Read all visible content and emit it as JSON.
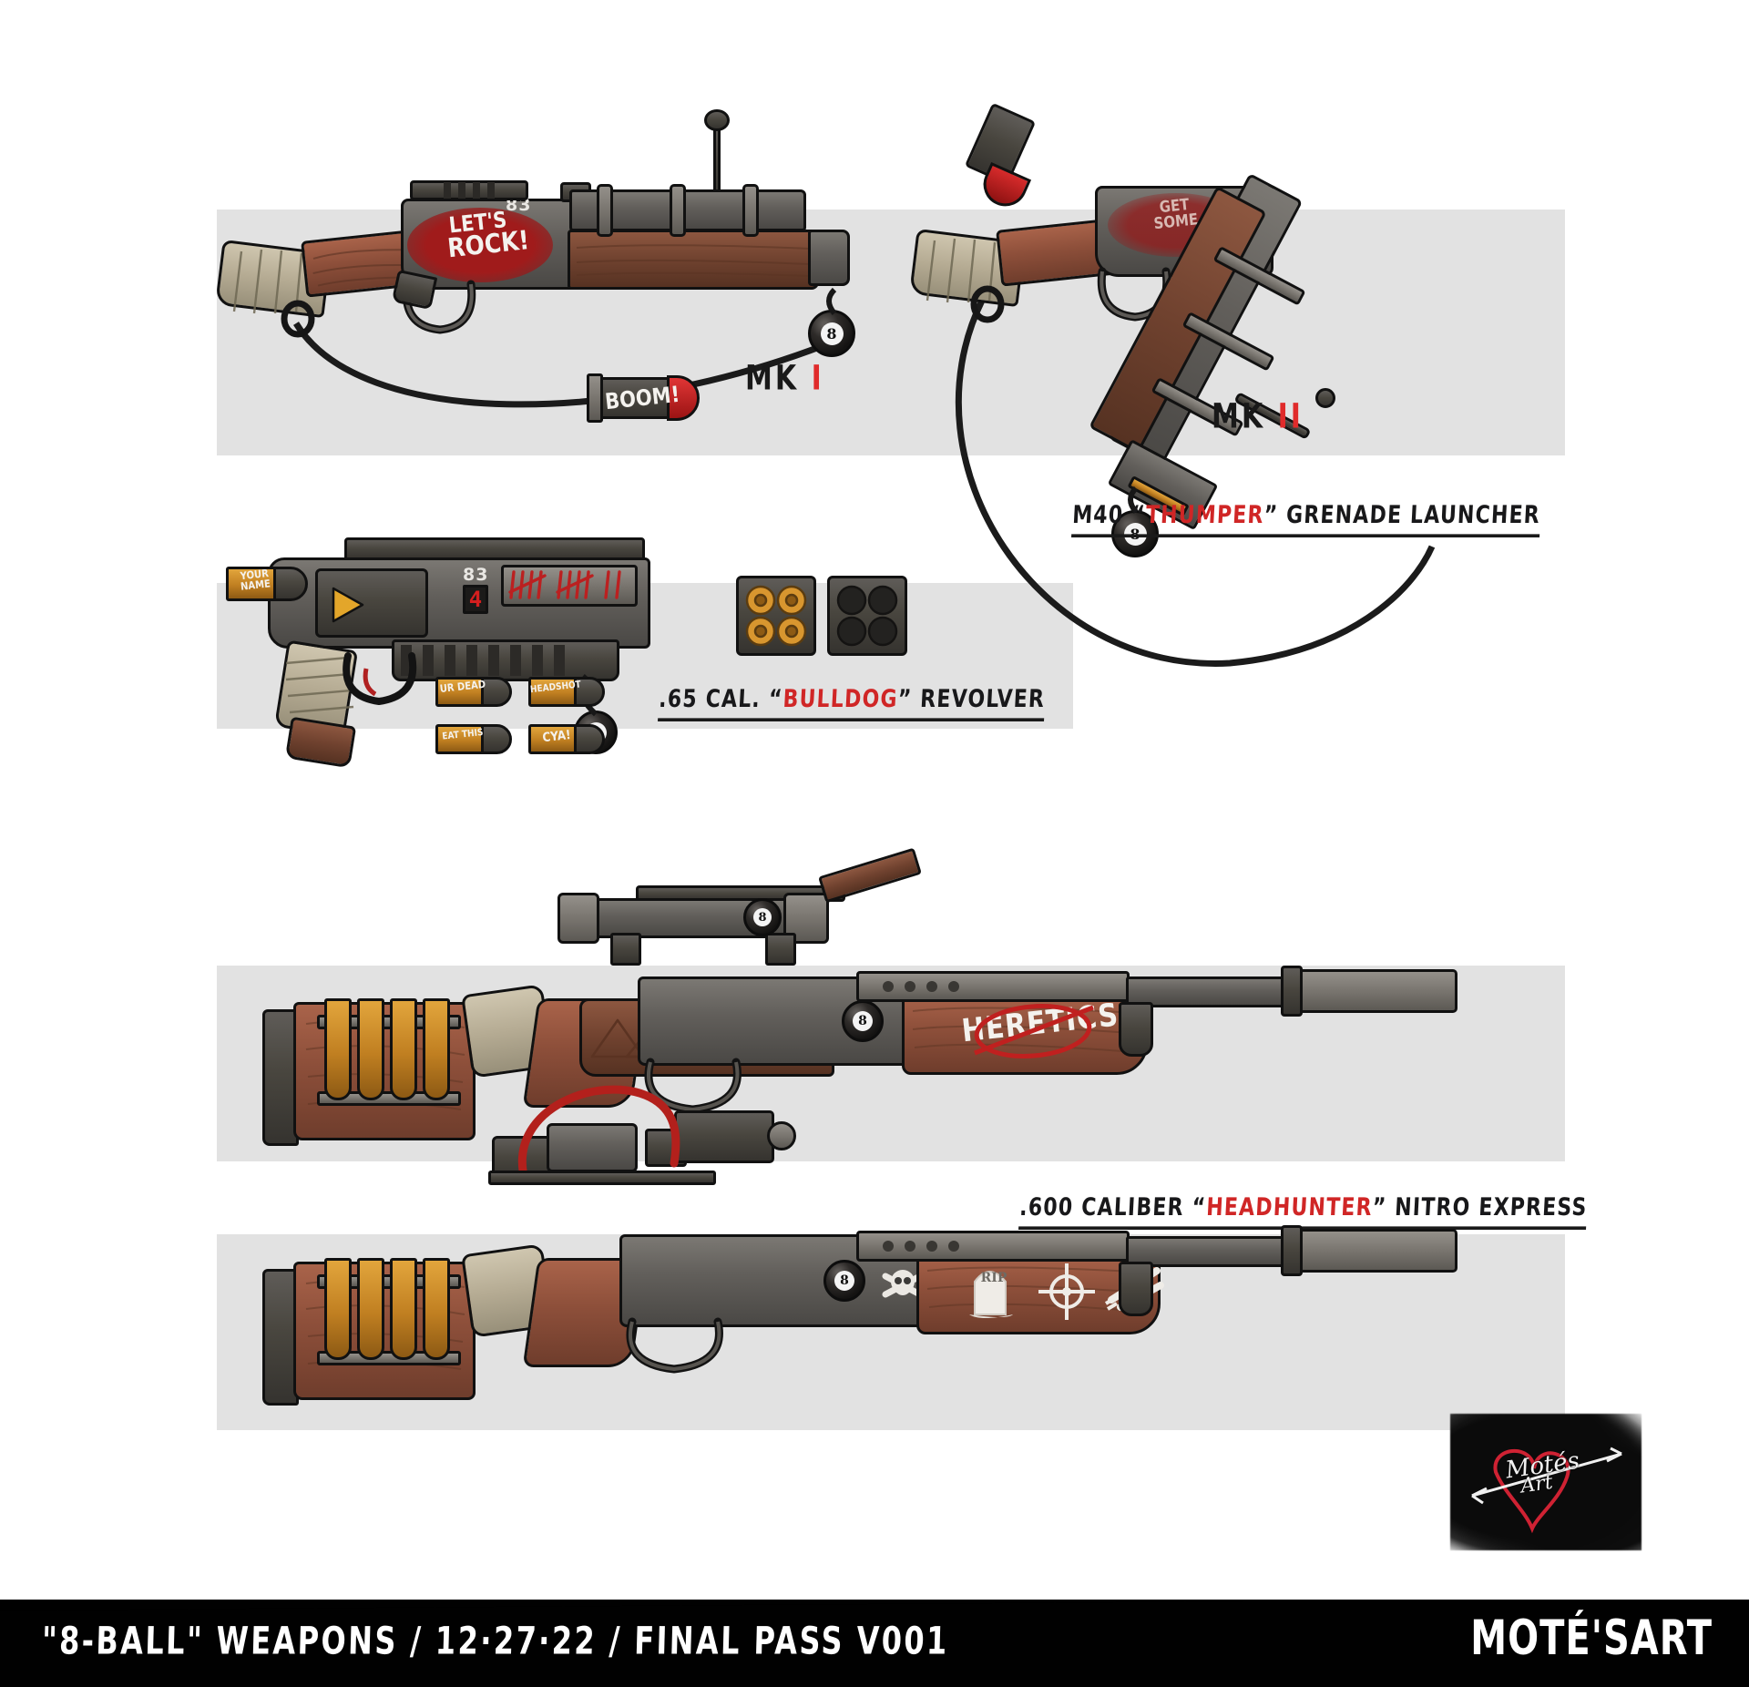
{
  "sheet": {
    "background": "#ffffff",
    "band_color": "#e2e2e2",
    "accent_red": "#d02626",
    "ink": "#18181a"
  },
  "footer": {
    "title": "\"8-BALL\" WEAPONS  /  12·27·22  /  FINAL PASS V001",
    "brand": "MOTÉ'SART",
    "bar_color": "#010101",
    "text_color": "#ffffff"
  },
  "logo": {
    "name": "artist-signature-logo",
    "signature_line1": "Motés",
    "signature_line2": "Art",
    "heart_color": "#cf2233",
    "blob_color": "#0b0b0b"
  },
  "weapons": [
    {
      "id": "thumper-mk1",
      "caption_plain_1": "",
      "variant_label": "MK",
      "variant_numeral": "I",
      "graffiti": "LET'S\nROCK!",
      "graffiti_line1": "LET'S",
      "graffiti_line2": "ROCK!",
      "receiver_stamp": "83",
      "ball_pip": "8"
    },
    {
      "id": "thumper-mk2",
      "variant_label": "MK",
      "variant_numeral": "II",
      "graffiti_line1": "GET",
      "graffiti_line2": "SOME",
      "ball_pip": "8"
    }
  ],
  "captions": [
    {
      "id": "caption-thumper",
      "pre": "M40 “",
      "highlight": "THUMPER",
      "post": "” GRENADE LAUNCHER"
    },
    {
      "id": "caption-bulldog",
      "pre": ".65 CAL. “",
      "highlight": "BULLDOG",
      "post": "” REVOLVER"
    },
    {
      "id": "caption-headhunter",
      "pre": ".600 CALIBER “",
      "highlight": "HEADHUNTER",
      "post": "” NITRO EXPRESS"
    }
  ],
  "ammo": {
    "grenade_round_label": "BOOM!",
    "grenade_tip_color": "#c32424",
    "revolver_loose_round_label": "YOUR NAME",
    "revolver_rounds": [
      {
        "label": "UR DEAD"
      },
      {
        "label": "HEADSHOT"
      },
      {
        "label": "EAT THIS"
      },
      {
        "label": "CYA!"
      }
    ],
    "speedloader_full_name": "speedloader-loaded",
    "speedloader_empty_name": "speedloader-empty"
  },
  "revolver": {
    "stamp": "83",
    "counter_value": "4",
    "counter_color": "#d41f1f",
    "tally_marks": "IIII IIII II",
    "ball_pip": "8"
  },
  "rifles": [
    {
      "id": "headhunter-top",
      "stock_graffiti": "HERETICS",
      "stock_graffiti_color": "#f2f0ec",
      "strike_color": "#c0201f",
      "engraving": "mountains-and-pines",
      "ball_pip": "8",
      "shell_count": 4
    },
    {
      "id": "headhunter-bottom",
      "decals": [
        "skull-and-crossbones",
        "rip-tombstone",
        "crosshair-reticle",
        "bone-cluster"
      ],
      "tombstone_text": "RIP",
      "ball_pip": "8",
      "shell_count": 4
    }
  ]
}
